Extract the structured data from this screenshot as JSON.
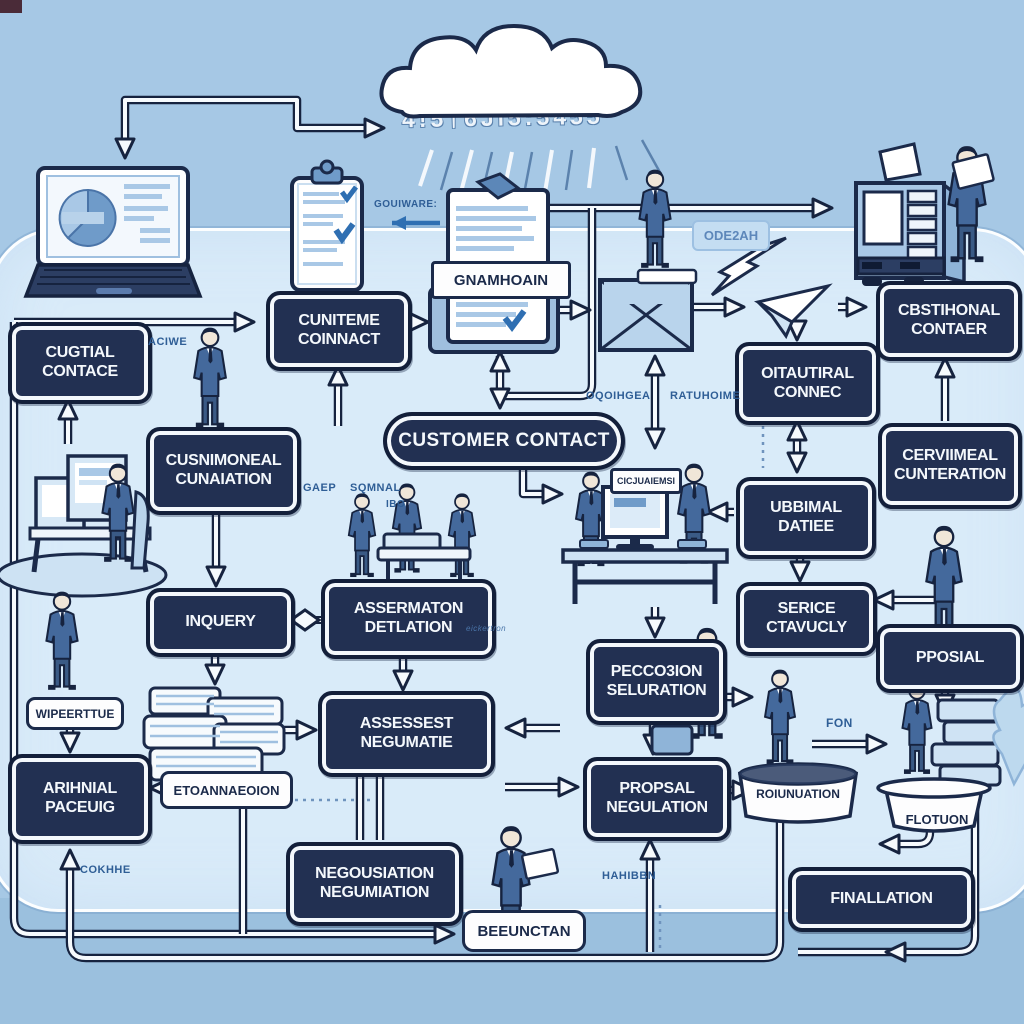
{
  "diagram_type": "business-process-flowchart-illustration",
  "background_colors": {
    "top_band": "#a6c8e5",
    "panel": "#d9ebf9",
    "bottom_band": "#9bc0de",
    "node_fill": "#223052",
    "node_text": "#f4f8fc",
    "outline": "#16233f"
  },
  "nodes": {
    "cugtial": "CUGTIAL\nCONTACE",
    "cuniteme": "CUNITEME\nCOINNACT",
    "oitautiral": "OITAUTIRAL\nCONNEC",
    "cbstihonal": "CBSTIHONAL\nCONTAER",
    "customer_contact": "CUSTOMER CONTACT",
    "cusnimoneal": "CUSNIMONEAL\nCUNAIATION",
    "cerviimeal": "CERVIIMEAL\nCUNTERATION",
    "ub8imal": "UBBIMAL\nDATIEE",
    "serice": "SERICE\nCTAVUCLY",
    "inquery": "INQUERY",
    "assermaton": "ASSERMATON\nDETLATION",
    "pecco3ion": "PECCO3ION\nSELURATION",
    "pposial": "PPOSIAL",
    "assessest": "ASSESSEST\nNEGUMATIE",
    "arihnial": "ARIHNIAL\nPACEUIG",
    "propsal": "PROPSAL\nNEGULATION",
    "negousiation": "NEGOUSIATION\nNEGUMIATION",
    "finallation": "FINALLATION"
  },
  "plates": {
    "gnamhoin": "GNAMHOAIN",
    "odezah": "ODE2AH",
    "cicjuaiemsi": "CICJUAIEMSI",
    "wipeerttue": "WIPEERTTUE",
    "etoannaeoion": "ETOANNAEOION",
    "beeunctan": "BEEUNCTAN",
    "roiunuation": "ROIUNUATION",
    "flotuon": "FLOTUON"
  },
  "annotations": {
    "gouiware": "GOUIWARE:",
    "acive": "ACIWE",
    "oqoihgea": "OQOIHGEA",
    "ratuhoime": "RATUHOIME",
    "gaep": "GAEP",
    "sqmnal": "SQMNAL",
    "ibo": "IBO",
    "fon": "FON",
    "hahibbn": "HAHIBBN",
    "cokhhe": "COKHHE",
    "eickertron": "eickertron",
    "rain_glyphs": "4!5†6Ji5:5455"
  },
  "icons": [
    "cloud-rain-icon",
    "laptop-chart-icon",
    "clipboard-checklist-icon",
    "document-check-icon",
    "envelope-icon",
    "paper-plane-icon",
    "lightning-icon",
    "server-cabinet-icon",
    "workstation-icon",
    "meeting-table-icon",
    "desktop-computer-icon",
    "paper-stacks-icon",
    "book-stacks-icon",
    "plant-icon",
    "pedestal-icon",
    "platform-icon",
    "businessman-figure"
  ]
}
